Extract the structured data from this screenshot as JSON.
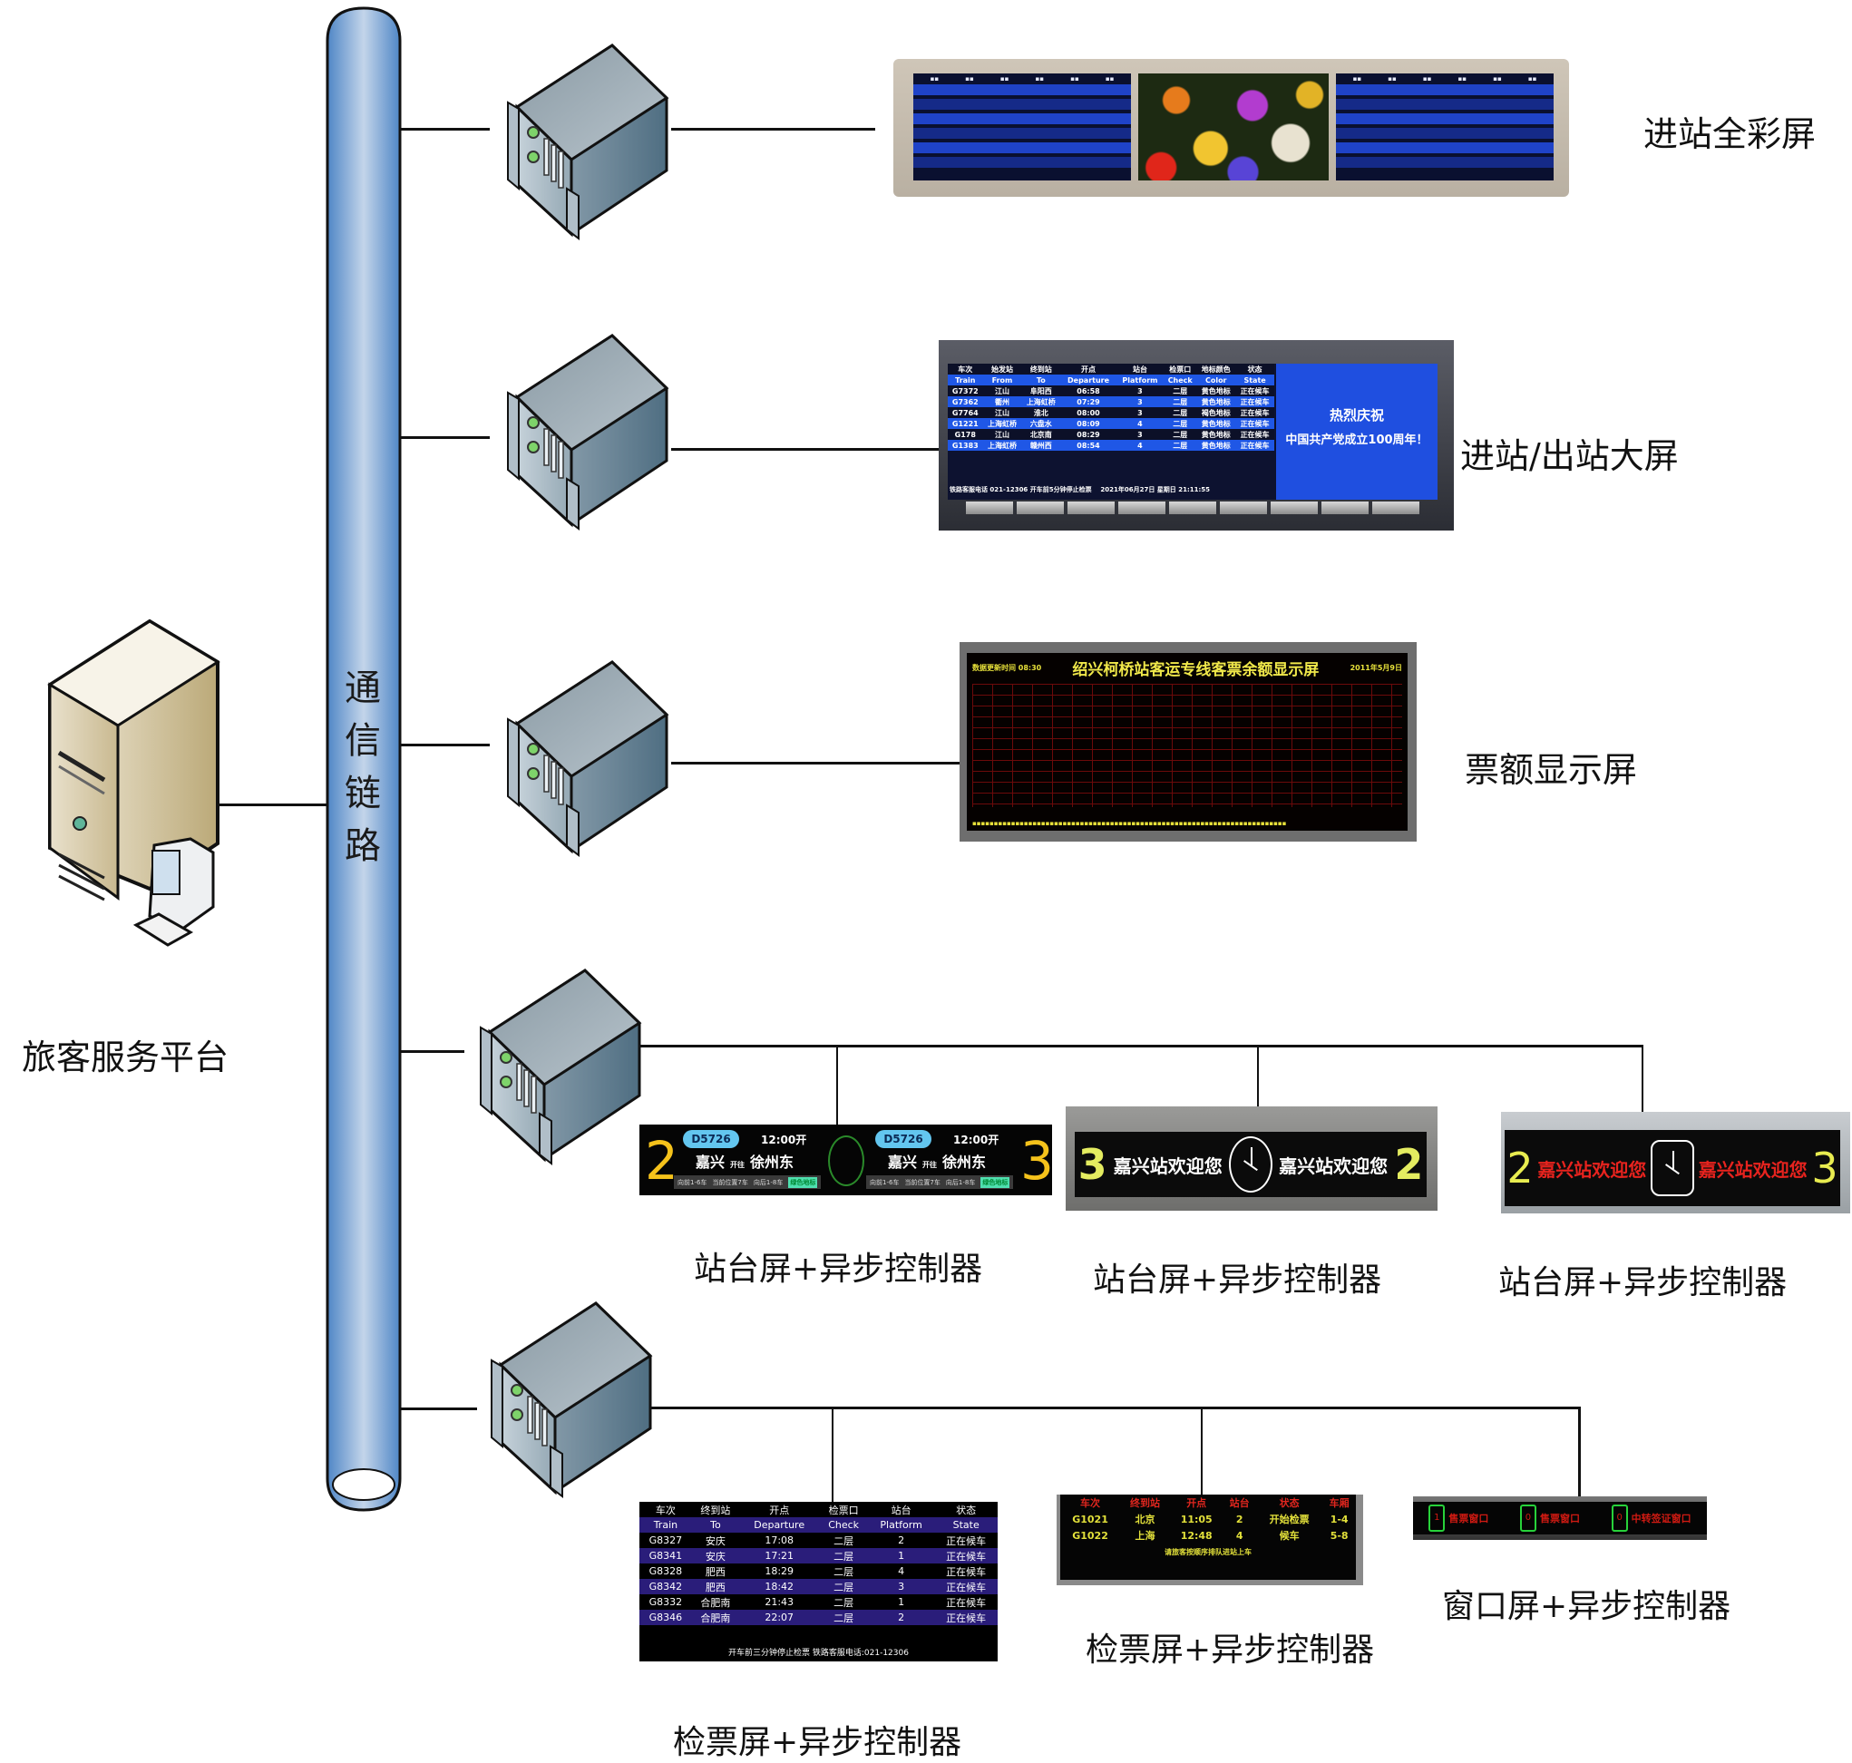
{
  "platform": {
    "label": "旅客服务平台",
    "icon": "server-tower-with-workstation-icon"
  },
  "bus": {
    "label_chars": [
      "通",
      "信",
      "链",
      "路"
    ],
    "label": "通信链路",
    "color": "#5b8fc9"
  },
  "controllers": [
    {
      "icon": "rack-server-icon",
      "targets": [
        "进站全彩屏"
      ]
    },
    {
      "icon": "rack-server-icon",
      "targets": [
        "进站/出站大屏"
      ]
    },
    {
      "icon": "rack-server-icon",
      "targets": [
        "票额显示屏"
      ]
    },
    {
      "icon": "rack-server-icon",
      "targets": [
        "站台屏+异步控制器",
        "站台屏+异步控制器",
        "站台屏+异步控制器"
      ]
    },
    {
      "icon": "rack-server-icon",
      "targets": [
        "检票屏+异步控制器",
        "检票屏+异步控制器",
        "窗口屏+异步控制器"
      ]
    }
  ],
  "screens": {
    "full_color": {
      "label": "进站全彩屏"
    },
    "entry_exit": {
      "label": "进站/出站大屏",
      "headers_cn": [
        "车次",
        "始发站",
        "终到站",
        "开点",
        "站台",
        "检票口",
        "地标颜色",
        "状态"
      ],
      "headers_en": [
        "Train",
        "From",
        "To",
        "Departure",
        "Platform",
        "Check",
        "Color",
        "State"
      ],
      "rows": [
        [
          "G7372",
          "江山",
          "阜阳西",
          "06:58",
          "3",
          "二层",
          "黄色地标",
          "正在候车"
        ],
        [
          "G7362",
          "衢州",
          "上海虹桥",
          "07:29",
          "3",
          "二层",
          "黄色地标",
          "正在候车"
        ],
        [
          "G7764",
          "江山",
          "淮北",
          "08:00",
          "3",
          "二层",
          "褐色地标",
          "正在候车"
        ],
        [
          "G1221",
          "上海虹桥",
          "六盘水",
          "08:09",
          "4",
          "二层",
          "黄色地标",
          "正在候车"
        ],
        [
          "G178",
          "江山",
          "北京南",
          "08:29",
          "3",
          "二层",
          "黄色地标",
          "正在候车"
        ],
        [
          "G1383",
          "上海虹桥",
          "赣州西",
          "08:54",
          "4",
          "二层",
          "黄色地标",
          "正在候车"
        ]
      ],
      "footer": "铁路客服电话 021-12306  开车前5分钟停止检票",
      "datetime": "2021年06月27日 星期日  21:11:55",
      "promo_line1": "热烈庆祝",
      "promo_line2": "中国共产党成立100周年！"
    },
    "ticket_quota": {
      "label": "票额显示屏",
      "title": "绍兴柯桥站客运专线客票余额显示屏",
      "update_time": "数据更新时间 08:30",
      "date": "2011年5月9日",
      "accent": "#e8e23a"
    },
    "platform_1": {
      "label": "站台屏+异步控制器",
      "left_number": "2",
      "right_number": "3",
      "halves": [
        {
          "train": "D5726",
          "time": "12:00开",
          "from": "嘉兴",
          "via": "开往",
          "to": "徐州东",
          "info": [
            "向前1-6车",
            "当前位置7车",
            "向后1-8车"
          ],
          "badge": "绿色地标"
        },
        {
          "train": "D5726",
          "time": "12:00开",
          "from": "嘉兴",
          "via": "开往",
          "to": "徐州东",
          "info": [
            "向前1-6车",
            "当前位置7车",
            "向后1-8车"
          ],
          "badge": "绿色地标"
        }
      ]
    },
    "platform_2": {
      "label": "站台屏+异步控制器",
      "left_number": "3",
      "right_number": "2",
      "welcome": "嘉兴站欢迎您"
    },
    "platform_3": {
      "label": "站台屏+异步控制器",
      "left_number": "2",
      "right_number": "3",
      "welcome": "嘉兴站欢迎您"
    },
    "check_blue": {
      "label": "检票屏+异步控制器",
      "headers_cn": [
        "车次",
        "终到站",
        "开点",
        "检票口",
        "站台",
        "状态"
      ],
      "headers_en": [
        "Train",
        "To",
        "Departure",
        "Check",
        "Platform",
        "State"
      ],
      "rows": [
        [
          "G8327",
          "安庆",
          "17:08",
          "二层",
          "2",
          "正在候车"
        ],
        [
          "G8341",
          "安庆",
          "17:21",
          "二层",
          "1",
          "正在候车"
        ],
        [
          "G8328",
          "肥西",
          "18:29",
          "二层",
          "4",
          "正在候车"
        ],
        [
          "G8342",
          "肥西",
          "18:42",
          "二层",
          "3",
          "正在候车"
        ],
        [
          "G8332",
          "合肥南",
          "21:43",
          "二层",
          "1",
          "正在候车"
        ],
        [
          "G8346",
          "合肥南",
          "22:07",
          "二层",
          "2",
          "正在候车"
        ]
      ],
      "footer": "开车前三分钟停止检票  铁路客服电话:021-12306"
    },
    "check_led": {
      "label": "检票屏+异步控制器",
      "headers": [
        "车次",
        "终到站",
        "开点",
        "站台",
        "状态",
        "车厢"
      ],
      "rows": [
        [
          "G1021",
          "北京",
          "11:05",
          "2",
          "开始检票",
          "1-4"
        ],
        [
          "G1022",
          "上海",
          "12:48",
          "4",
          "候车",
          "5-8"
        ]
      ],
      "footer": "请旅客按顺序排队进站上车"
    },
    "window": {
      "label": "窗口屏+异步控制器",
      "cells": [
        {
          "number": "1",
          "text": "售票窗口"
        },
        {
          "number": "0",
          "text": "售票窗口"
        },
        {
          "number": "0",
          "text": "中转签证窗口"
        }
      ]
    }
  }
}
